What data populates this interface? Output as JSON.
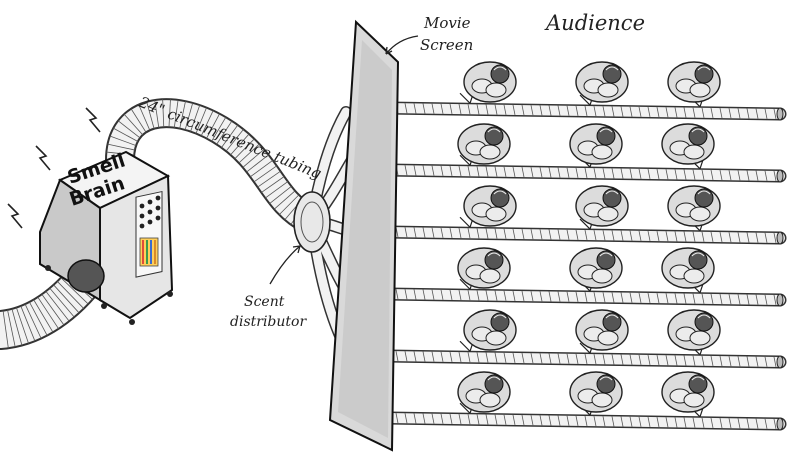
{
  "labels": {
    "box_line1": "Smell",
    "box_line2": "Brain",
    "tubing": "24\" circumference tubing",
    "screen_line1": "Movie",
    "screen_line2": "Screen",
    "audience": "Audience",
    "distributor_line1": "Scent",
    "distributor_line2": "distributor"
  },
  "audience": {
    "rows": 6,
    "seats_per_row": 3
  },
  "branches": 5,
  "zaps": 3
}
